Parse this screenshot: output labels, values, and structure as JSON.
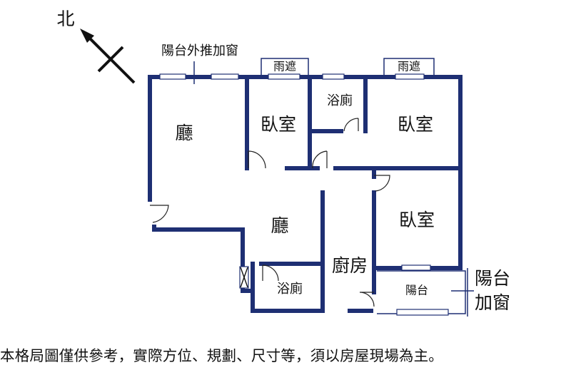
{
  "compass": {
    "label": "北"
  },
  "annotations": {
    "balcony_push_window": "陽台外推加窗",
    "rain_cover_left": "雨遮",
    "rain_cover_right": "雨遮",
    "balcony_window_line1": "陽台",
    "balcony_window_line2": "加窗"
  },
  "rooms": {
    "living_top": "廳",
    "bedroom_1": "臥室",
    "bath_top": "浴廁",
    "bedroom_2": "臥室",
    "living_bottom": "廳",
    "bedroom_3": "臥室",
    "kitchen": "廚房",
    "bath_bottom": "浴廁",
    "balcony": "陽台"
  },
  "disclaimer": "本格局圖僅供參考，實際方位、規劃、尺寸等，須以房屋現場為主。",
  "colors": {
    "wall": "#1e2f73",
    "text": "#111111",
    "background": "#ffffff"
  }
}
